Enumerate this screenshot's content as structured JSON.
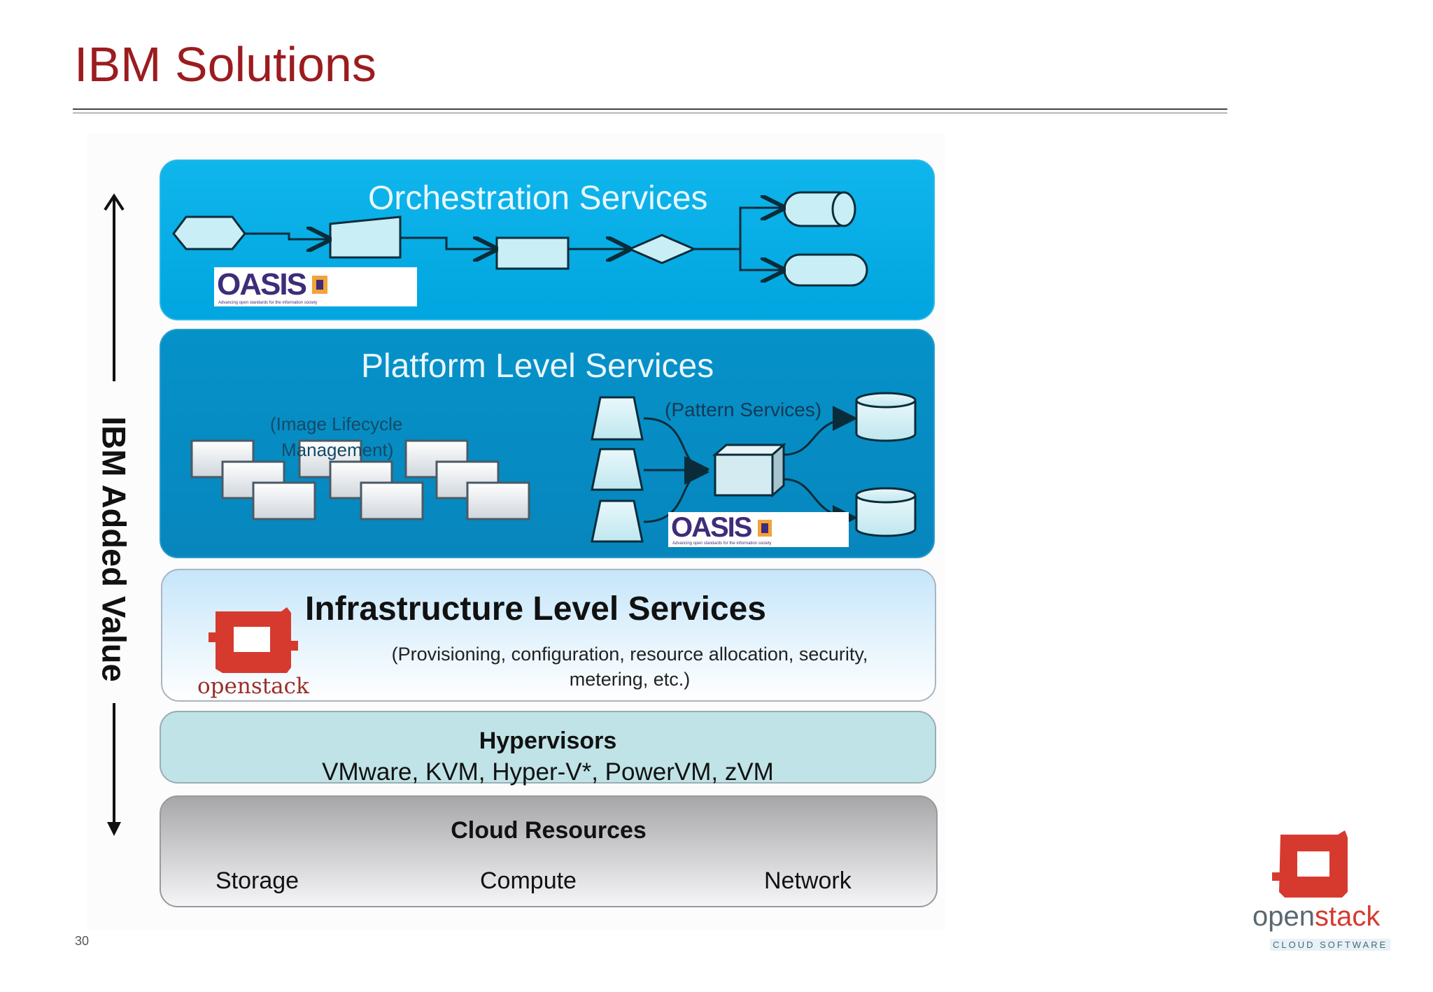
{
  "slide": {
    "title": "IBM Solutions",
    "page_number": "30"
  },
  "axis": {
    "label": "IBM Added Value"
  },
  "layers": {
    "orchestration": {
      "title": "Orchestration Services",
      "logo_text": "OASIS",
      "logo_tagline": "Advancing open standards for the information society"
    },
    "platform": {
      "title": "Platform Level Services",
      "image_label_line1": "(Image Lifecycle",
      "image_label_line2": "Management)",
      "pattern_label": "(Pattern Services)",
      "logo_text": "OASIS",
      "logo_tagline": "Advancing open standards for the information society"
    },
    "infrastructure": {
      "title": "Infrastructure Level Services",
      "description": "(Provisioning, configuration, resource allocation, security, metering, etc.)",
      "logo_text": "openstack"
    },
    "hypervisors": {
      "title": "Hypervisors",
      "list": "VMware, KVM, Hyper-V*, PowerVM, zVM"
    },
    "cloud": {
      "title": "Cloud Resources",
      "items": [
        "Storage",
        "Compute",
        "Network"
      ]
    }
  },
  "corner_logo": {
    "word_part1": "open",
    "word_part2": "stack",
    "subtitle": "CLOUD SOFTWARE"
  },
  "colors": {
    "title_red": "#9b1c1f",
    "orchestration_blue": "#01a5df",
    "platform_blue": "#0786bd",
    "openstack_red": "#d63a2f",
    "oasis_purple": "#3f2c7a"
  }
}
